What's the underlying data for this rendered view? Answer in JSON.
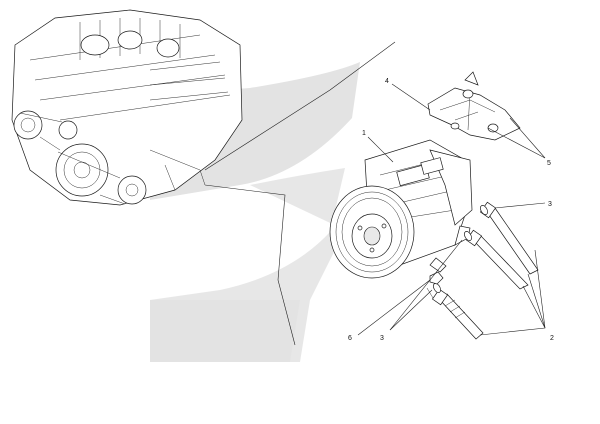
{
  "diagram": {
    "watermark_color": "#e3e3e3",
    "callouts": {
      "c1": "1",
      "c2": "2",
      "c3_right": "3",
      "c3_left": "3",
      "c4": "4",
      "c5": "5",
      "c6": "6"
    },
    "parts": [
      {
        "id": "engine",
        "icon": "engine-icon"
      },
      {
        "id": "compressor",
        "icon": "ac-compressor-icon"
      },
      {
        "id": "bracket",
        "icon": "mounting-bracket-icon"
      },
      {
        "id": "bolt",
        "icon": "bolt-icon"
      },
      {
        "id": "washer",
        "icon": "washer-icon"
      },
      {
        "id": "nut",
        "icon": "nut-icon"
      }
    ]
  }
}
